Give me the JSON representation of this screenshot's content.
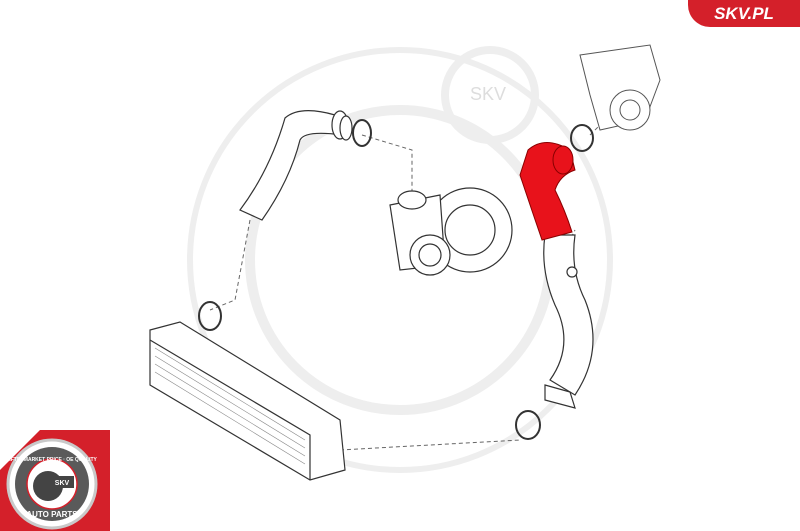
{
  "brand": {
    "site": "SKV.PL",
    "color": "#d4202a"
  },
  "watermark": {
    "text": "SKV"
  },
  "badge": {
    "top_text": "AFTERMARKET PRICE · OE QUALITY",
    "center_text": "SKV",
    "bottom_text": "AUTO PARTS"
  },
  "highlight_color": "#e8121b",
  "parts": [
    "intake-hose",
    "gasket",
    "turbocharger",
    "intercooler",
    "charge-air-hose-highlighted",
    "engine-manifold"
  ]
}
